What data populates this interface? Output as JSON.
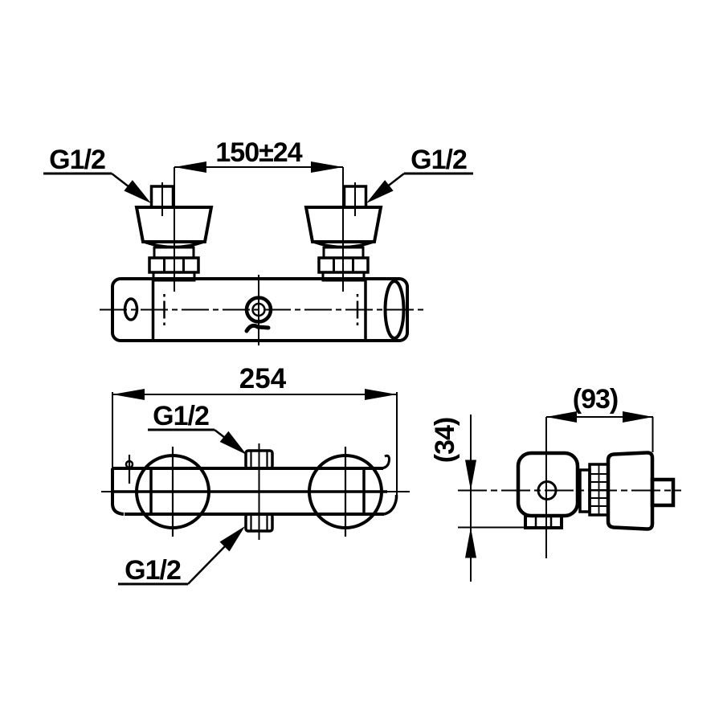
{
  "drawing": {
    "front_view": {
      "inlet_left_label": "G1/2",
      "inlet_right_label": "G1/2",
      "inlet_spacing_dim": "150±24"
    },
    "plan_view": {
      "overall_width_dim": "254",
      "outlet_top_label": "G1/2",
      "outlet_bottom_label": "G1/2"
    },
    "side_view": {
      "depth_dim": "(93)",
      "outlet_offset_dim": "(34)"
    },
    "colors": {
      "line": "#000000",
      "background": "#ffffff"
    }
  }
}
